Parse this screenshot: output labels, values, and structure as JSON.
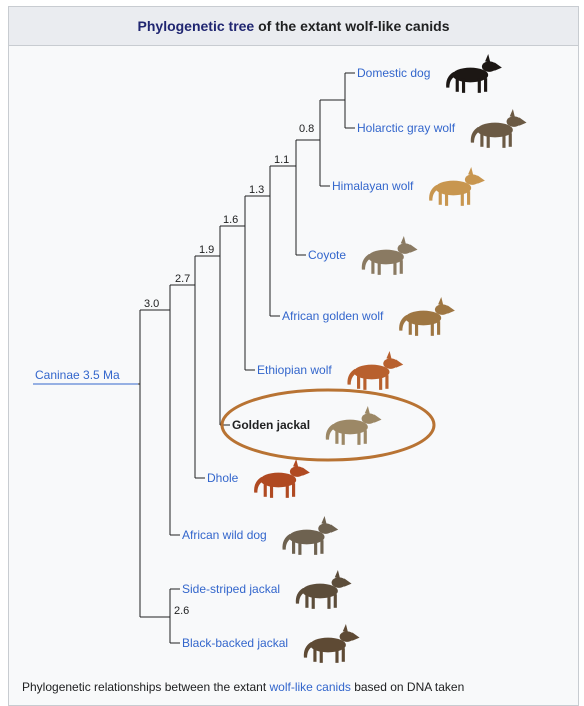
{
  "title": {
    "link_text": "Phylogenetic tree",
    "rest_text": "of the extant wolf-like canids"
  },
  "root": {
    "label": "Caninae 3.5 Ma"
  },
  "node_labels": [
    "3.0",
    "2.7",
    "1.9",
    "1.6",
    "1.3",
    "1.1",
    "0.8",
    "2.6"
  ],
  "taxa": [
    {
      "label": "Domestic dog",
      "icon": "domestic-dog-icon"
    },
    {
      "label": "Holarctic gray wolf",
      "icon": "gray-wolf-icon"
    },
    {
      "label": "Himalayan wolf",
      "icon": "himalayan-wolf-icon"
    },
    {
      "label": "Coyote",
      "icon": "coyote-icon"
    },
    {
      "label": "African golden wolf",
      "icon": "african-golden-wolf-icon"
    },
    {
      "label": "Ethiopian wolf",
      "icon": "ethiopian-wolf-icon"
    },
    {
      "label": "Golden jackal",
      "icon": "golden-jackal-icon",
      "highlighted": true
    },
    {
      "label": "Dhole",
      "icon": "dhole-icon"
    },
    {
      "label": "African wild dog",
      "icon": "african-wild-dog-icon"
    },
    {
      "label": "Side-striped jackal",
      "icon": "side-striped-jackal-icon"
    },
    {
      "label": "Black-backed jackal",
      "icon": "black-backed-jackal-icon"
    }
  ],
  "caption": {
    "prefix": "Phylogenetic relationships between the extant ",
    "link": "wolf-like canids",
    "suffix": " based on DNA taken"
  },
  "colors": {
    "link": "#3366cc",
    "title_link": "#202671",
    "branch": "#202122",
    "highlight_ring": "#b87333"
  }
}
